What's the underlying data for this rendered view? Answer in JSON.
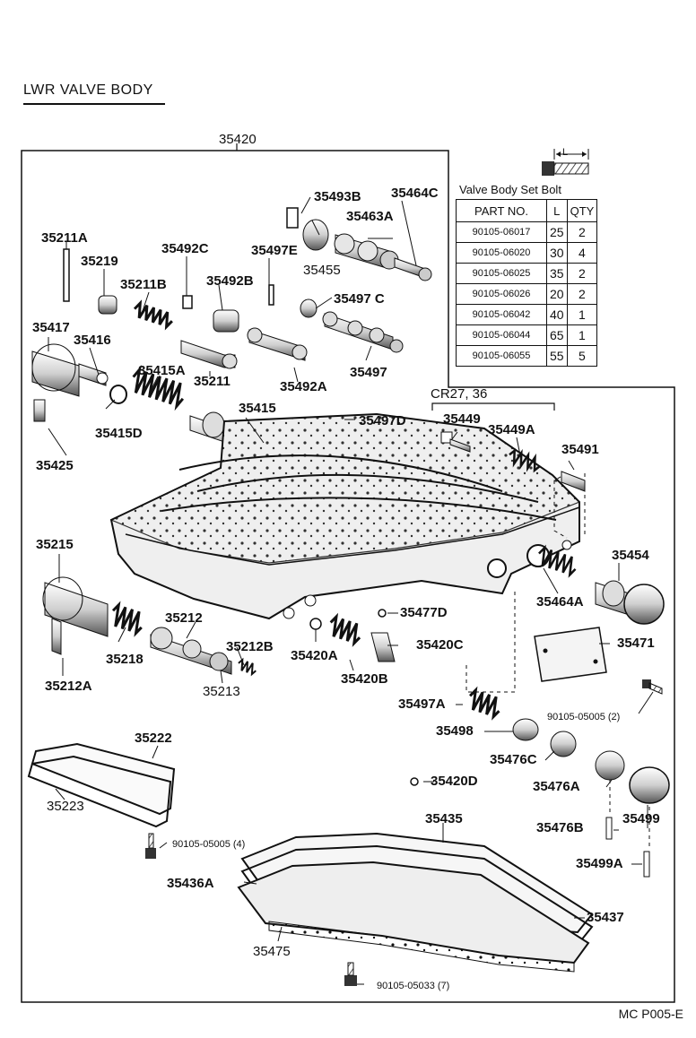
{
  "title": "LWR VALVE BODY",
  "footer_code": "MC P005-E",
  "group_label": "35420",
  "cr_label": "CR27, 36",
  "bolt_table": {
    "caption": "Valve Body Set Bolt",
    "bolt_dimension_label": "L",
    "headers": [
      "PART NO.",
      "L",
      "QTY"
    ],
    "rows": [
      [
        "90105-06017",
        "25",
        "2"
      ],
      [
        "90105-06020",
        "30",
        "4"
      ],
      [
        "90105-06025",
        "35",
        "2"
      ],
      [
        "90105-06026",
        "20",
        "2"
      ],
      [
        "90105-06042",
        "40",
        "1"
      ],
      [
        "90105-06044",
        "65",
        "1"
      ],
      [
        "90105-06055",
        "55",
        "5"
      ]
    ]
  },
  "parts": {
    "p35493B": "35493B",
    "p35464C": "35464C",
    "p35463A": "35463A",
    "p35455": "35455",
    "p35211A": "35211A",
    "p35492C": "35492C",
    "p35497E": "35497E",
    "p35219": "35219",
    "p35211B": "35211B",
    "p35492B": "35492B",
    "p35497C": "35497 C",
    "p35417": "35417",
    "p35416": "35416",
    "p35415A": "35415A",
    "p35211": "35211",
    "p35492A": "35492A",
    "p35497": "35497",
    "p35415D": "35415D",
    "p35415": "35415",
    "p35497D": "35497D",
    "p35449": "35449",
    "p35449A": "35449A",
    "p35491": "35491",
    "p35425": "35425",
    "p35215": "35215",
    "p35454": "35454",
    "p35464A": "35464A",
    "p35477D": "35477D",
    "p35212": "35212",
    "p35218": "35218",
    "p35212B": "35212B",
    "p35420A": "35420A",
    "p35420C": "35420C",
    "p35471": "35471",
    "p35212A": "35212A",
    "p35213": "35213",
    "p35420B": "35420B",
    "p35497A": "35497A",
    "p9010505005_2": "90105-05005 (2)",
    "p35498": "35498",
    "p35222": "35222",
    "p35476C": "35476C",
    "p35420D": "35420D",
    "p35476A": "35476A",
    "p35223": "35223",
    "p35435": "35435",
    "p35476B": "35476B",
    "p35499": "35499",
    "p9010505005_4": "90105-05005 (4)",
    "p35499A": "35499A",
    "p35436A": "35436A",
    "p35437": "35437",
    "p35475": "35475",
    "p9010505033_7": "90105-05033 (7)"
  }
}
